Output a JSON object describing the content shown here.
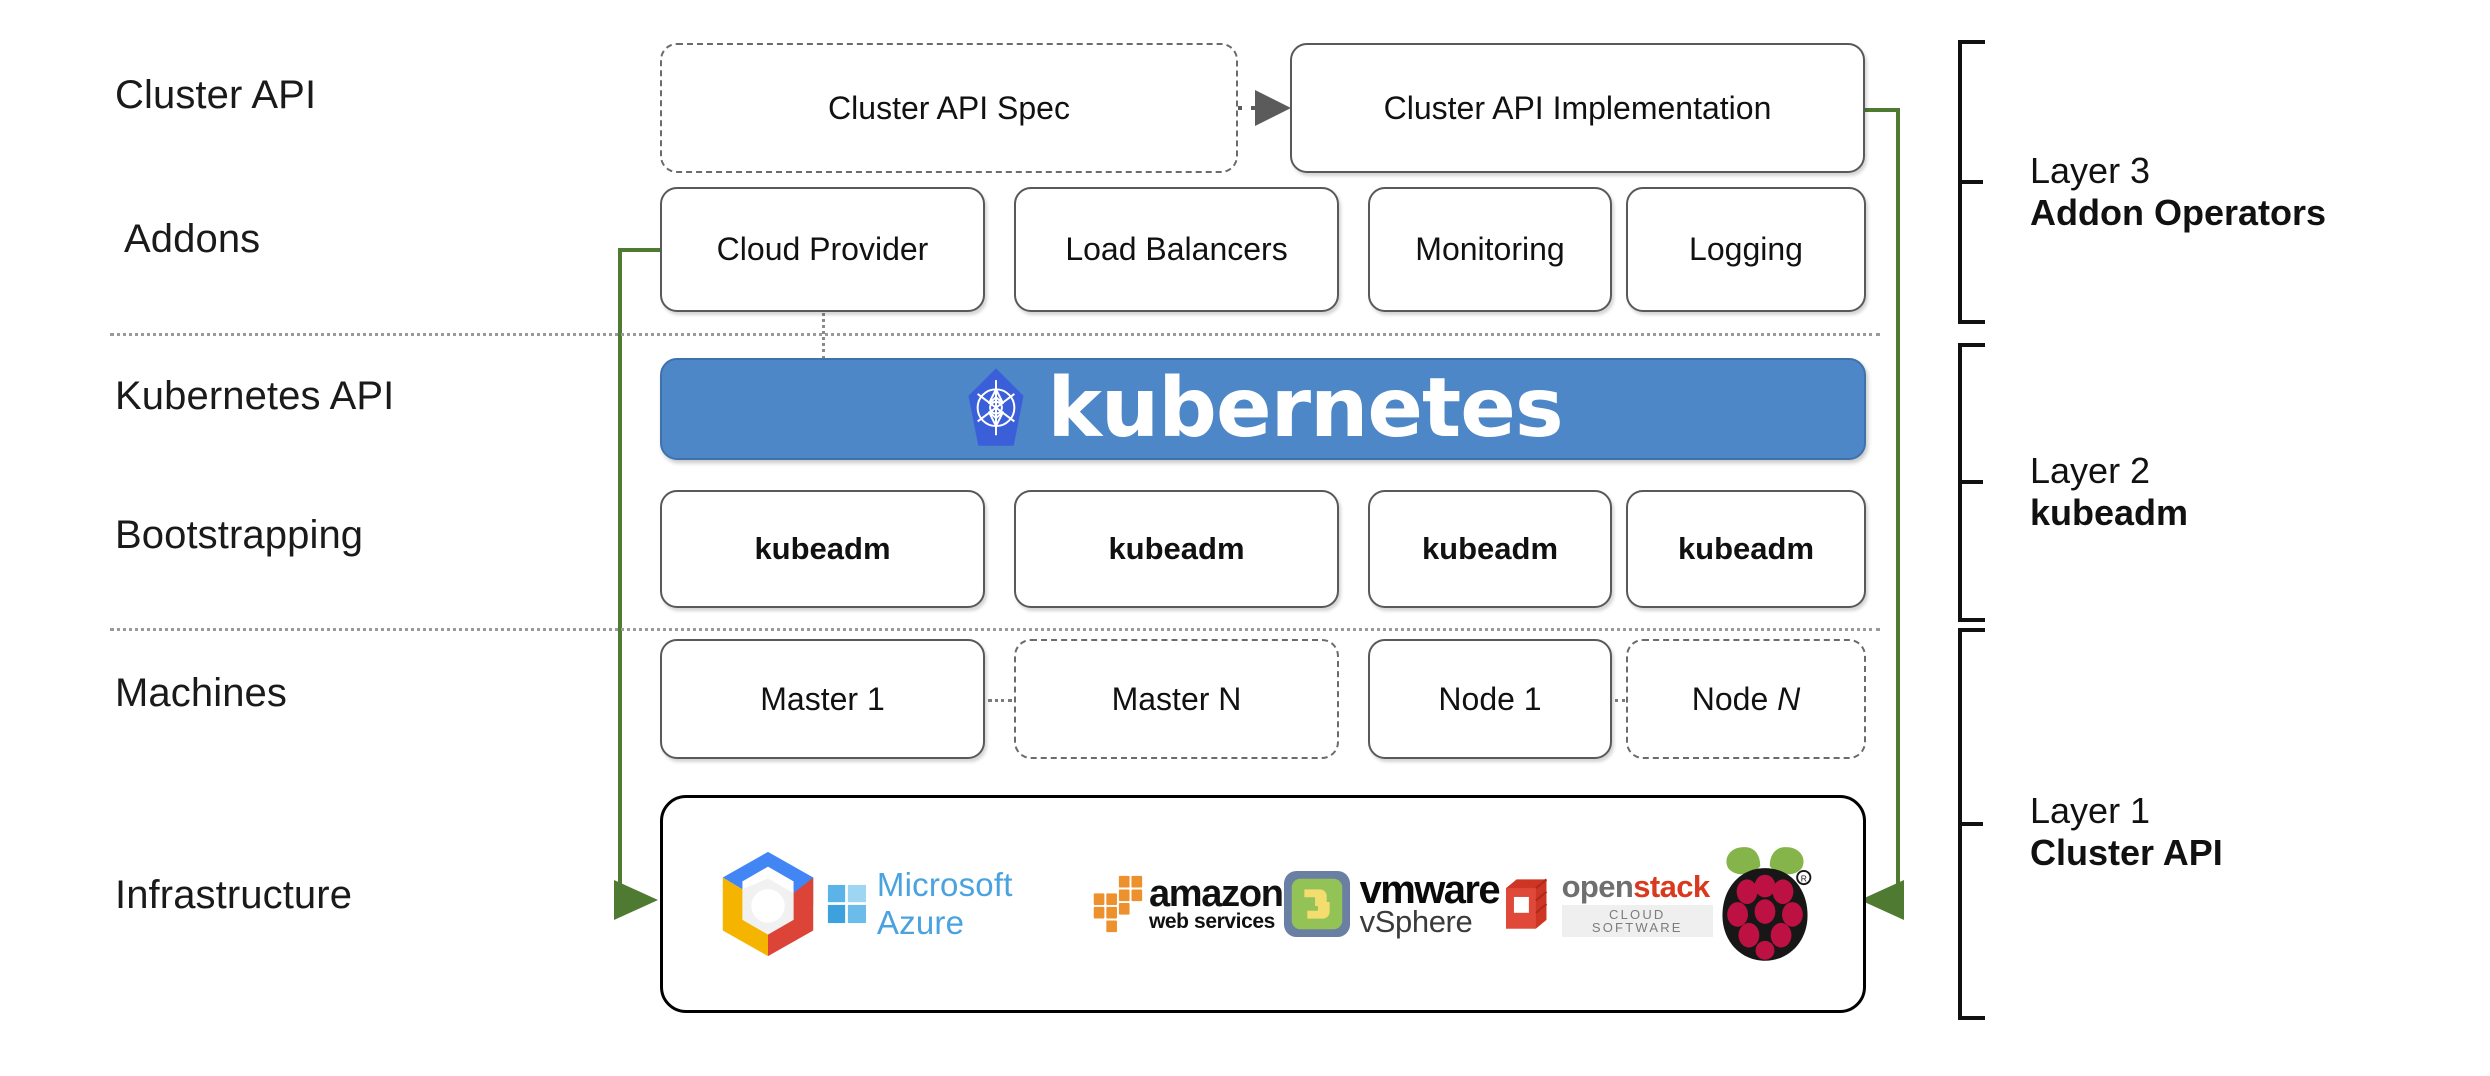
{
  "diagram": {
    "title": "Kubernetes Cluster API layered architecture",
    "accent_green": "#4e7b31",
    "kubernetes_blue": "#4e87c7",
    "border_gray": "#595959"
  },
  "row_labels": [
    {
      "id": "cluster-api",
      "text": "Cluster API"
    },
    {
      "id": "addons",
      "text": "Addons"
    },
    {
      "id": "kubernetes-api",
      "text": "Kubernetes API"
    },
    {
      "id": "bootstrapping",
      "text": "Bootstrapping"
    },
    {
      "id": "machines",
      "text": "Machines"
    },
    {
      "id": "infrastructure",
      "text": "Infrastructure"
    }
  ],
  "cluster_api_row": {
    "spec_box": {
      "label": "Cluster API Spec",
      "style": "dashed"
    },
    "impl_box": {
      "label": "Cluster API Implementation",
      "style": "solid"
    }
  },
  "addons_row": [
    {
      "label": "Cloud Provider"
    },
    {
      "label": "Load Balancers"
    },
    {
      "label": "Monitoring"
    },
    {
      "label": "Logging"
    }
  ],
  "kubernetes_banner": {
    "wordmark": "kubernetes",
    "logo_name": "kubernetes-helm-icon",
    "background": "#4e87c7"
  },
  "bootstrapping_row": [
    {
      "label": "kubeadm"
    },
    {
      "label": "kubeadm"
    },
    {
      "label": "kubeadm"
    },
    {
      "label": "kubeadm"
    }
  ],
  "machines_row": [
    {
      "label": "Master 1",
      "style": "solid",
      "italic_tail": ""
    },
    {
      "label": "Master N",
      "style": "dashed",
      "italic_tail": ""
    },
    {
      "label": "Node 1",
      "style": "solid",
      "italic_tail": ""
    },
    {
      "label": "Node ",
      "style": "dashed",
      "italic_tail": "N"
    }
  ],
  "infrastructure_logos": [
    {
      "name": "google-cloud-icon",
      "label": "Google Cloud Platform"
    },
    {
      "name": "microsoft-azure-icon",
      "label": "Microsoft Azure"
    },
    {
      "name": "amazon-web-services-icon",
      "label_top": "amazon",
      "label_bottom": "web services"
    },
    {
      "name": "vmware-vsphere-icon",
      "label_top": "vmware",
      "label_bottom": "vSphere"
    },
    {
      "name": "openstack-icon",
      "label_top_a": "open",
      "label_top_b": "stack",
      "label_sub": "CLOUD SOFTWARE"
    },
    {
      "name": "raspberry-pi-icon",
      "label": "Raspberry Pi"
    }
  ],
  "layer_captions": [
    {
      "id": "layer-3",
      "line1": "Layer 3",
      "line2": "Addon Operators"
    },
    {
      "id": "layer-2",
      "line1": "Layer 2",
      "line2": "kubeadm"
    },
    {
      "id": "layer-1",
      "line1": "Layer 1",
      "line2": "Cluster API"
    }
  ]
}
